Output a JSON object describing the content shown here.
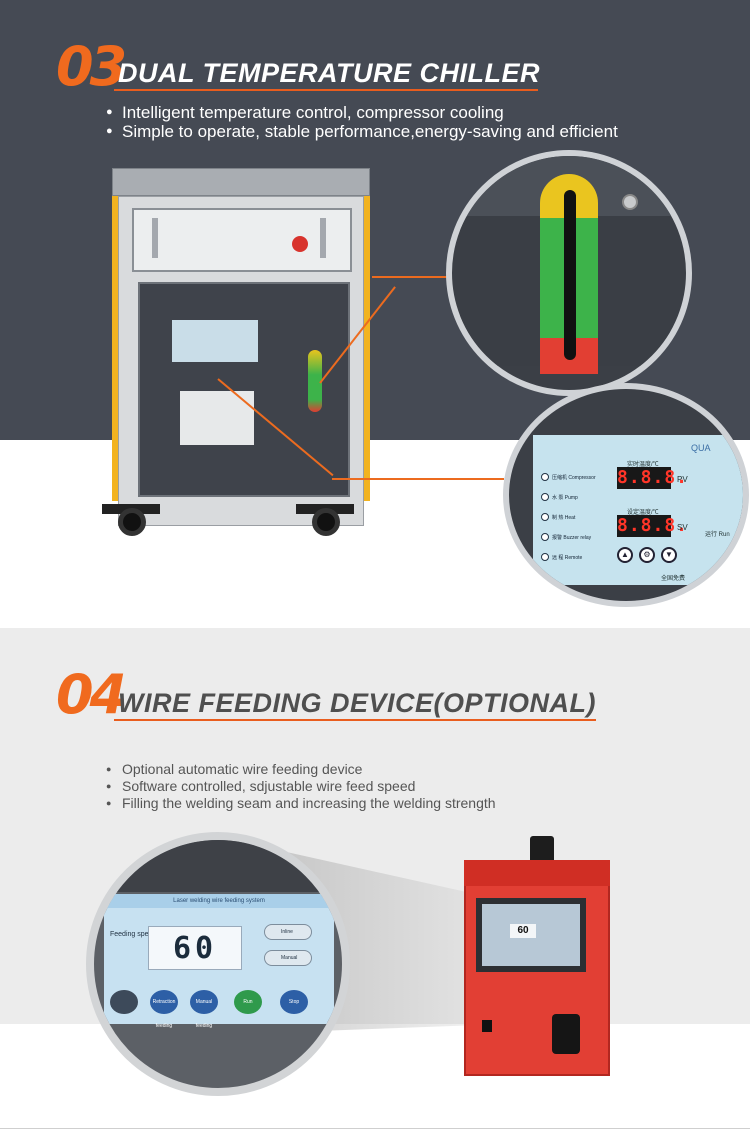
{
  "section1": {
    "number": "03",
    "title": "DUAL TEMPERATURE CHILLER",
    "bullets": [
      "Intelligent temperature control, compressor cooling",
      "Simple to operate, stable performance,energy-saving and efficient"
    ],
    "panel": {
      "pv_label": "实时温度/℃",
      "pv_unit": "PV",
      "pv_value": "8.8.8.",
      "sv_label": "设定温度/℃",
      "sv_unit": "SV",
      "sv_value": "8.8.8.",
      "brand_fragment": "QUA",
      "rows": [
        "压缩机 Compressor",
        "水 泵 Pump",
        "制 热 Heat",
        "报警 Buzzer relay",
        "远 程 Remote"
      ],
      "footer": "全国免费",
      "run_label": "运行 Run"
    }
  },
  "section2": {
    "number": "04",
    "title": "WIRE FEEDING DEVICE(OPTIONAL)",
    "bullets": [
      "Optional automatic wire feeding device",
      "Software controlled, sdjustable wire feed speed",
      "Filling the welding seam and increasing the welding strength"
    ],
    "panel": {
      "header": "Laser welding wire feeding system",
      "feed_label": "Feeding speed (cm/min)",
      "value": "60",
      "right_buttons": [
        "Inline",
        "Manual"
      ],
      "bottom_buttons": [
        "",
        "Retraction feeding",
        "Manual feeding",
        "Run",
        "Stop"
      ]
    },
    "device_value": "60"
  },
  "colors": {
    "accent": "#f06a1e",
    "dark_bg": "#454a54",
    "light_bg": "#ececec"
  }
}
